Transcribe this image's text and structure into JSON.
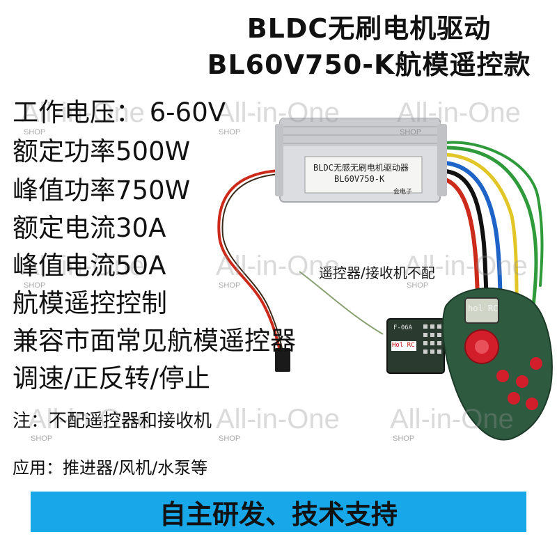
{
  "title": {
    "line1": "BLDC无刷电机驱动",
    "line2": "BL60V750-K航模遥控款"
  },
  "specs": [
    "工作电压： 6-60V",
    "额定功率500W",
    "峰值功率750W",
    "额定电流30A",
    "峰值电流50A",
    "航模遥控控制",
    "兼容市面常见航模遥控器",
    "调速/正反转/停止"
  ],
  "note": "注：不配遥控器和接收机",
  "application": "应用：推进器/风机/水泵等",
  "footer": "自主研发、技术支持",
  "product_label": {
    "line1": "BLDC无感无刷电机驱动器",
    "line2": "BL60V750-K",
    "maker": "会电子"
  },
  "receiver_note": "遥控器/接收机不配",
  "receiver": {
    "model": "F-06A",
    "brand": "Hol RC"
  },
  "remote": {
    "brand": "hol RC"
  },
  "watermark": {
    "text": "All-in-One",
    "sub": "SHOP"
  },
  "colors": {
    "footer_bg": "#18a8ea",
    "controller_body": "#2e5a40",
    "wire_red": "#cc2a1a",
    "wire_blue": "#1e63c8",
    "wire_green": "#2e9a3a",
    "wire_yellow": "#e2c628"
  }
}
